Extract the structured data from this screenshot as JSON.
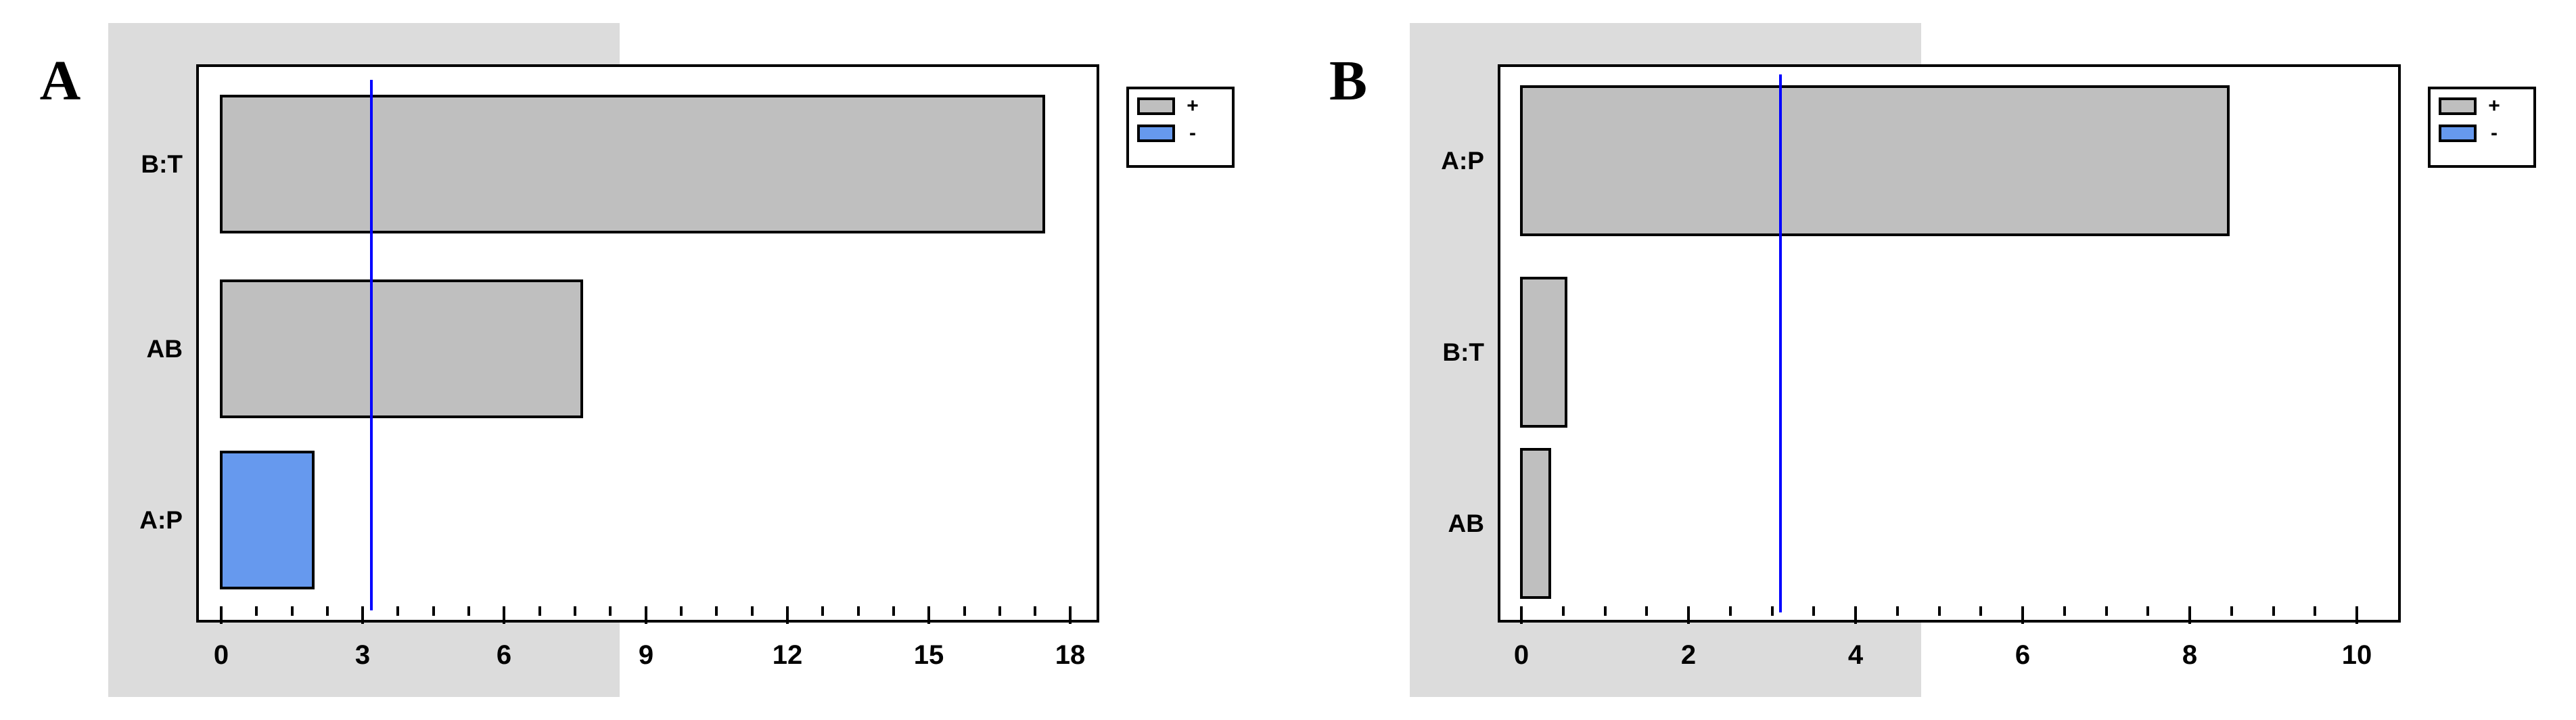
{
  "figure": {
    "background_color": "#ffffff",
    "panel_background_color": "#dcdcdc",
    "positive_color": "#bfbfbf",
    "negative_color": "#6699ee",
    "reference_line_color": "#0000ff"
  },
  "panels": [
    {
      "letter": "A"
    },
    {
      "letter": "B"
    }
  ],
  "legend": {
    "positive_label": "+",
    "negative_label": "-"
  },
  "chart_data": [
    {
      "type": "bar",
      "orientation": "horizontal",
      "panel": "A",
      "title": "",
      "xlabel": "",
      "ylabel": "",
      "categories": [
        "B:T",
        "AB",
        "A:P"
      ],
      "values": [
        17.5,
        7.6,
        2.0
      ],
      "signs": [
        "+",
        "+",
        "-"
      ],
      "xlim": [
        0,
        18
      ],
      "xticks": [
        0,
        3,
        6,
        9,
        12,
        15,
        18
      ],
      "xtick_labels": [
        "0",
        "3",
        "6",
        "9",
        "12",
        "15",
        "18"
      ],
      "minor_tick_step": 0.75,
      "reference_line": 3.18,
      "grid": false,
      "legend_position": "top-right",
      "legend_entries": [
        "+",
        "-"
      ]
    },
    {
      "type": "bar",
      "orientation": "horizontal",
      "panel": "B",
      "title": "",
      "xlabel": "",
      "ylabel": "",
      "categories": [
        "A:P",
        "B:T",
        "AB"
      ],
      "values": [
        8.5,
        0.56,
        0.37
      ],
      "signs": [
        "+",
        "+",
        "+"
      ],
      "xlim": [
        0,
        10
      ],
      "xticks": [
        0,
        2,
        4,
        6,
        8,
        10
      ],
      "xtick_labels": [
        "0",
        "2",
        "4",
        "6",
        "8",
        "10"
      ],
      "minor_tick_step": 0.5,
      "reference_line": 3.12,
      "grid": false,
      "legend_position": "top-right",
      "legend_entries": [
        "+",
        "-"
      ]
    }
  ]
}
